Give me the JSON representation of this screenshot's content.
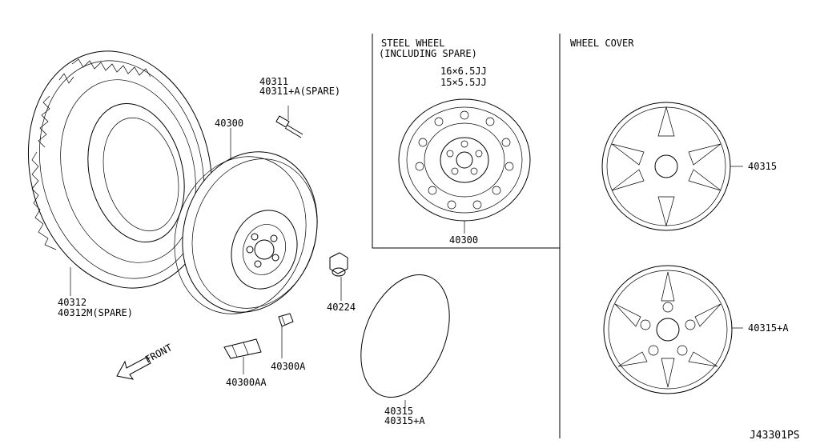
{
  "diagram_id": "J43301PS",
  "sections": {
    "steel_wheel": {
      "title_line1": "STEEL WHEEL",
      "title_line2": "(INCLUDING SPARE)"
    },
    "wheel_cover": {
      "title": "WHEEL COVER"
    }
  },
  "wheel_sizes": {
    "size1": "16×6.5JJ",
    "size2": "15×5.5JJ"
  },
  "callouts": {
    "tire_1": "40312",
    "tire_2": "40312M(SPARE)",
    "wheel_main": "40300",
    "valve_1": "40311",
    "valve_2": "40311+A(SPARE)",
    "nut": "40224",
    "steel_wheel": "40300",
    "weight_a": "40300A",
    "weight_aa": "40300AA",
    "cover_1_a": "40315",
    "cover_1_b": "40315+A",
    "cover_top": "40315",
    "cover_bottom": "40315+A"
  },
  "front_label": "FRONT"
}
